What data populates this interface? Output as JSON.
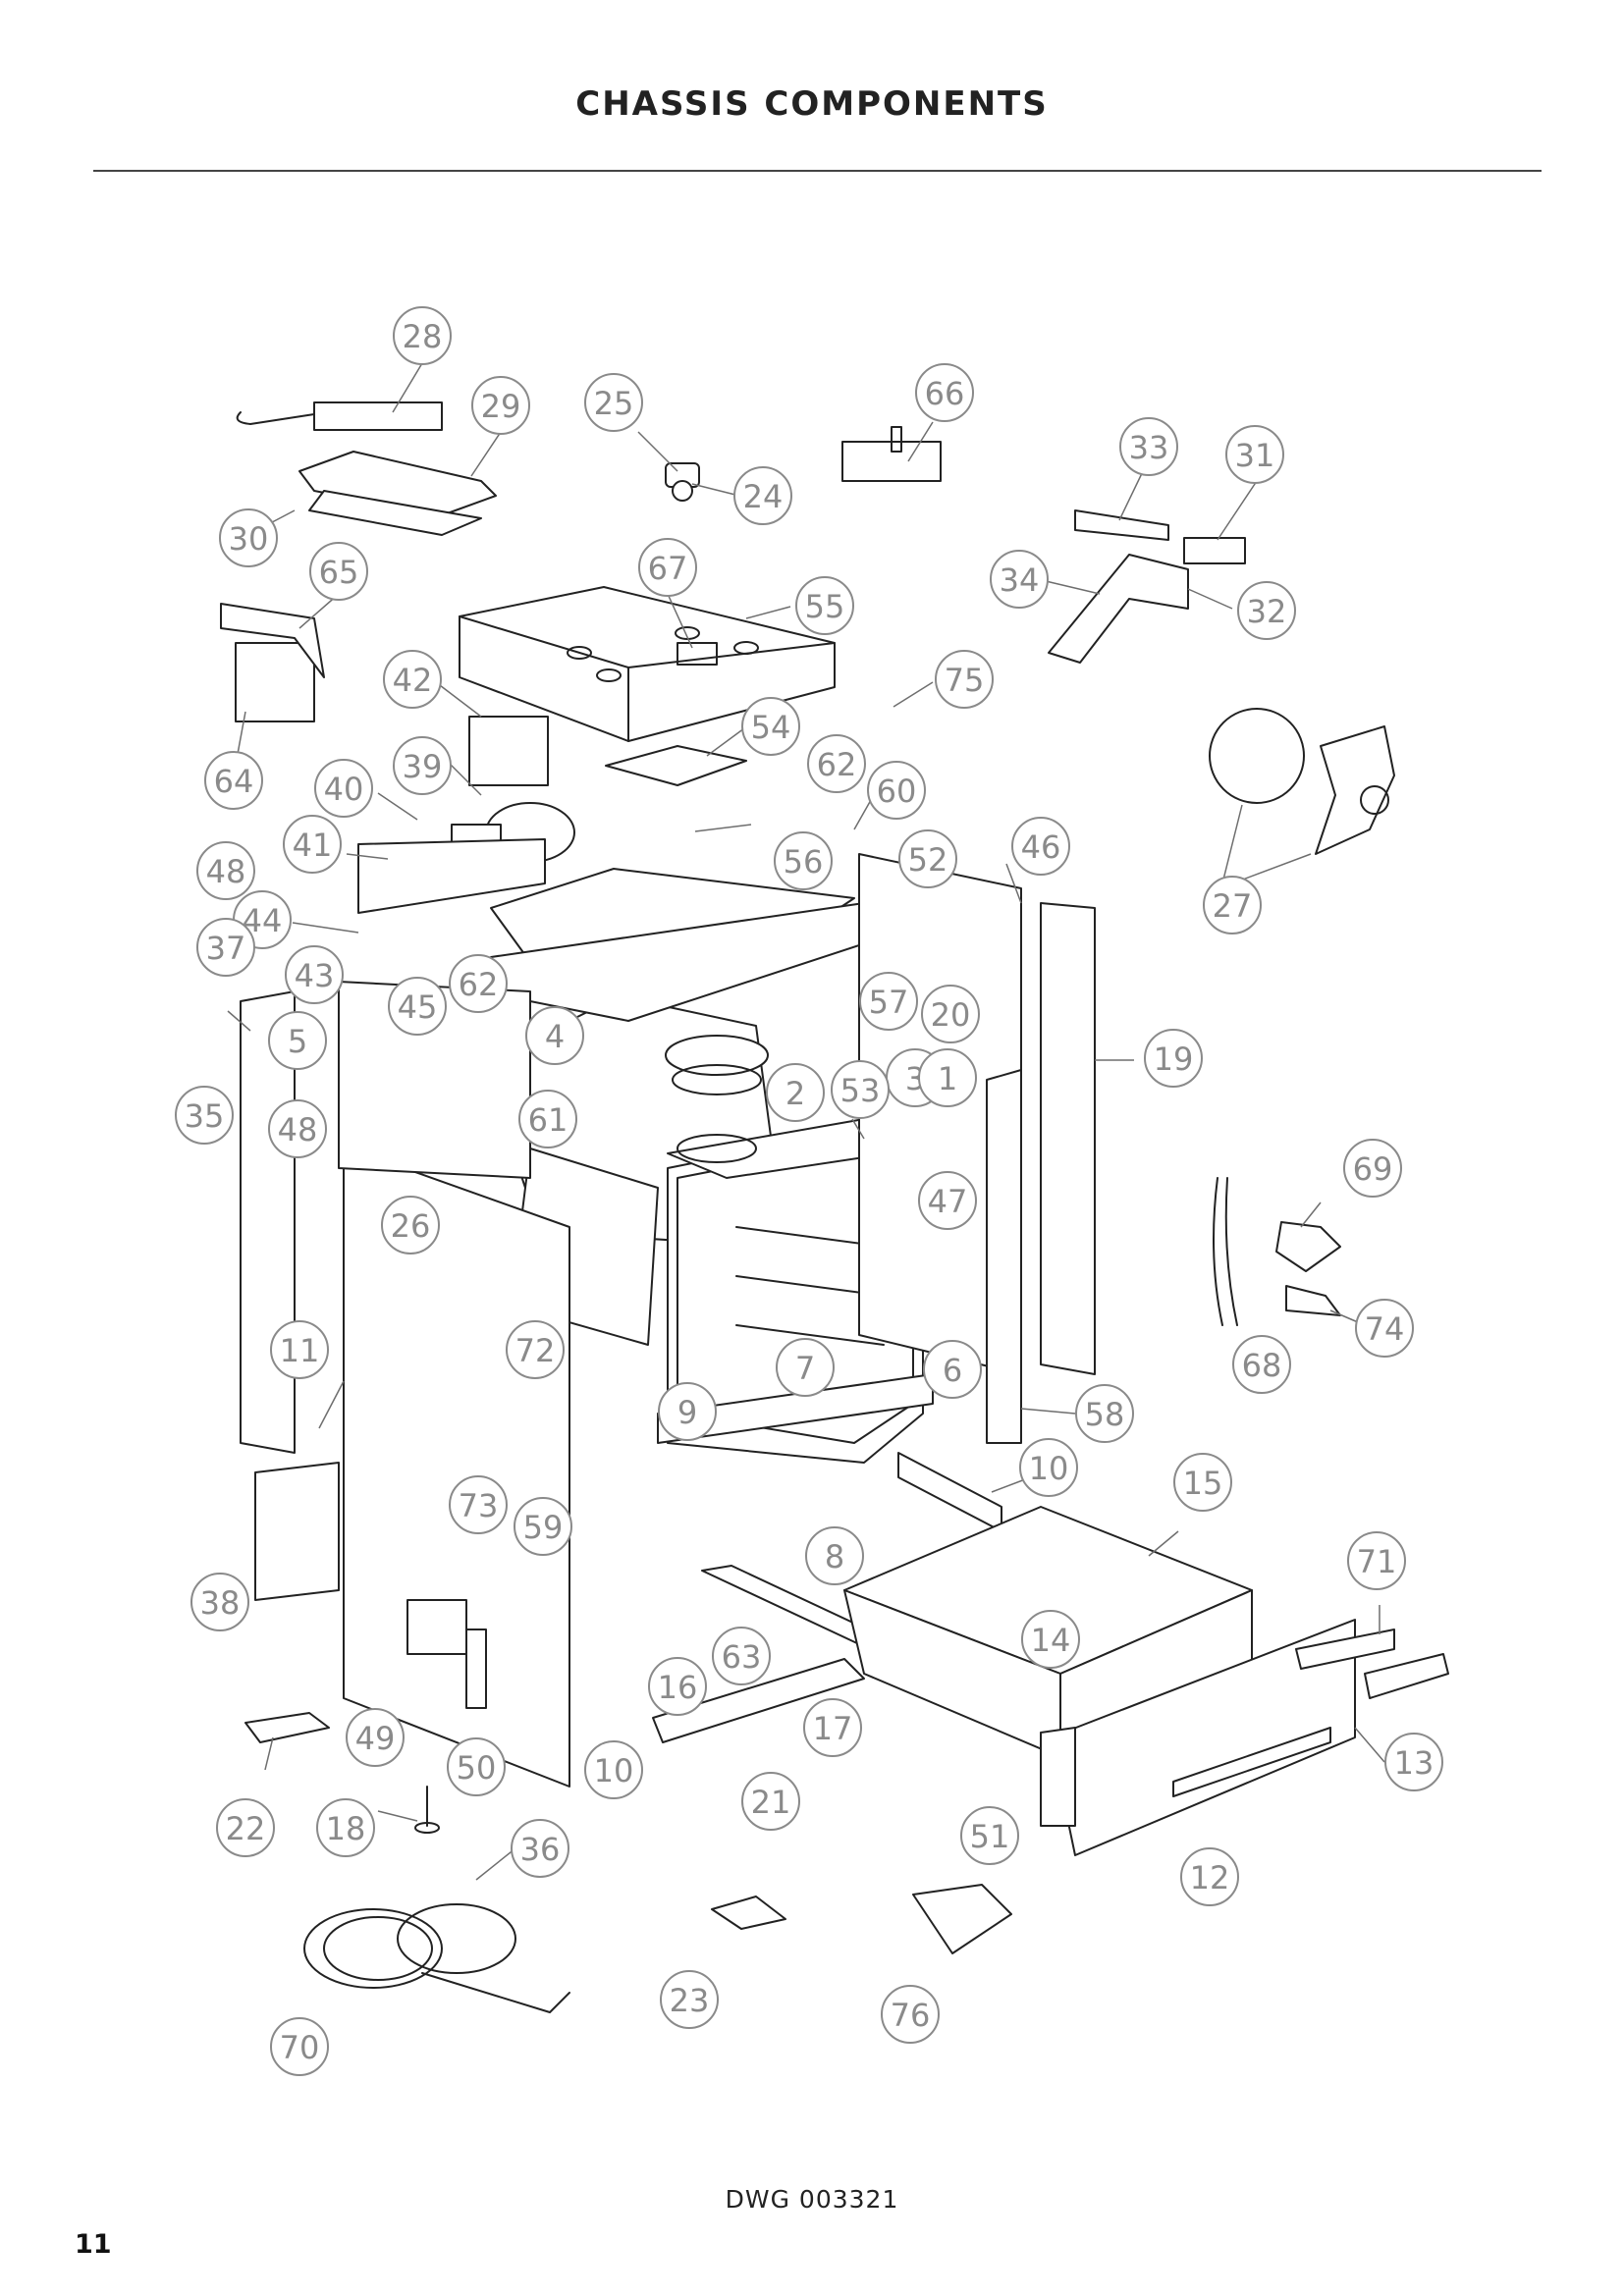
{
  "header": {
    "title": "CHASSIS COMPONENTS"
  },
  "footer": {
    "drawing_ref": "DWG 003321",
    "page_number": "11"
  },
  "colors": {
    "ink": "#222222",
    "callout": "#8a8a8a",
    "rule": "#444444"
  },
  "callouts": [
    "28",
    "29",
    "25",
    "66",
    "33",
    "31",
    "24",
    "30",
    "65",
    "67",
    "55",
    "34",
    "32",
    "75",
    "42",
    "64",
    "39",
    "40",
    "54",
    "62",
    "60",
    "41",
    "48",
    "56",
    "52",
    "46",
    "27",
    "44",
    "37",
    "43",
    "45",
    "5",
    "62",
    "57",
    "20",
    "4",
    "3",
    "35",
    "48",
    "61",
    "2",
    "53",
    "1",
    "19",
    "69",
    "47",
    "26",
    "11",
    "72",
    "7",
    "6",
    "74",
    "68",
    "9",
    "58",
    "10",
    "15",
    "73",
    "59",
    "8",
    "71",
    "38",
    "14",
    "63",
    "16",
    "49",
    "17",
    "13",
    "50",
    "10",
    "21",
    "22",
    "18",
    "36",
    "51",
    "12",
    "23",
    "76",
    "70"
  ]
}
